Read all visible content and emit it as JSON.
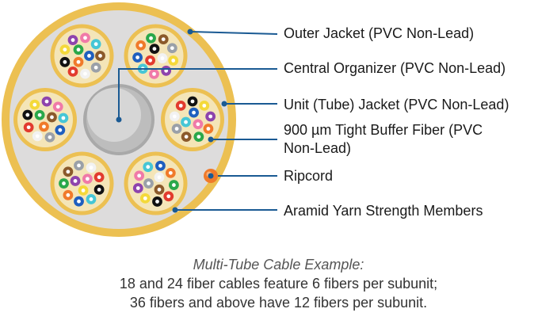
{
  "callouts": {
    "outer_jacket": "Outer Jacket (PVC Non-Lead)",
    "central_organizer": "Central Organizer (PVC Non-Lead)",
    "unit_jacket": "Unit (Tube) Jacket (PVC Non-Lead)",
    "buffer_fiber_line1": "900 µm Tight Buffer Fiber (PVC",
    "buffer_fiber_line2": "Non-Lead)",
    "ripcord": "Ripcord",
    "aramid": "Aramid Yarn Strength Members"
  },
  "caption": {
    "title": "Multi-Tube Cable Example:",
    "line1": "18 and 24 fiber cables feature 6 fibers per subunit;",
    "line2": "36 fibers and above have 12 fibers per subunit."
  },
  "colors": {
    "jacket": "#ecc052",
    "filler": "#dddcdc",
    "unit_fill": "#f4e5b8",
    "organizer": "#bdbdbd",
    "leader": "#1a5a93",
    "ripcord": "#f07a2a",
    "fiber_colors": [
      "#1f5fbf",
      "#f07a2a",
      "#2aa84a",
      "#8b5a2b",
      "#9aa0a8",
      "#f2f2f2",
      "#e23b2e",
      "#111111",
      "#f4d93a",
      "#8e44ad",
      "#f07aa8",
      "#46c6d6"
    ]
  }
}
